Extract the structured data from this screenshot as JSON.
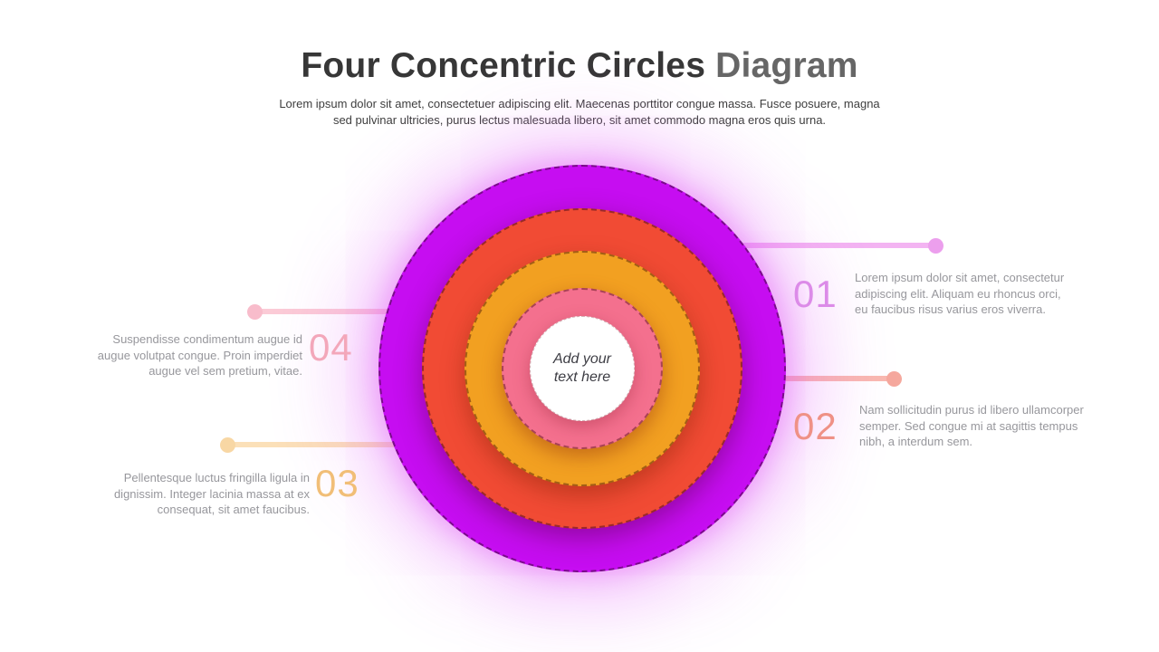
{
  "header": {
    "title_primary": "Four Concentric Circles",
    "title_secondary": "Diagram",
    "subtitle_line1": "Lorem ipsum dolor sit amet, consectetuer adipiscing elit. Maecenas porttitor congue massa. Fusce posuere, magna",
    "subtitle_line2": "sed pulvinar ultricies, purus lectus malesuada libero, sit amet commodo magna eros quis urna."
  },
  "diagram": {
    "center_label": "Add your text here",
    "glow_color": "#e15af7",
    "rings": [
      {
        "name": "ring-1-outer",
        "color": "#c60df1"
      },
      {
        "name": "ring-2",
        "color": "#f14b34"
      },
      {
        "name": "ring-3",
        "color": "#f2a021"
      },
      {
        "name": "ring-4",
        "color": "#f4708e"
      },
      {
        "name": "center",
        "color": "#ffffff"
      }
    ]
  },
  "callouts": [
    {
      "number": "01",
      "accent": "#dc8be8",
      "line1": "Lorem ipsum dolor sit amet, consectetur",
      "line2": "adipiscing elit. Aliquam eu rhoncus orci,",
      "line3": "eu faucibus risus varius eros viverra."
    },
    {
      "number": "02",
      "accent": "#ef9186",
      "line1": "Nam sollicitudin purus id libero ullamcorper",
      "line2": "semper. Sed congue mi at sagittis tempus",
      "line3": "nibh, a interdum sem."
    },
    {
      "number": "03",
      "accent": "#f1be77",
      "line1": "Pellentesque luctus fringilla ligula in",
      "line2": "dignissim. Integer lacinia massa at ex",
      "line3": "consequat, sit amet faucibus."
    },
    {
      "number": "04",
      "accent": "#f3a7ba",
      "line1": "Suspendisse condimentum augue id",
      "line2": "augue volutpat congue. Proin imperdiet",
      "line3": "augue vel sem pretium, vitae."
    }
  ]
}
